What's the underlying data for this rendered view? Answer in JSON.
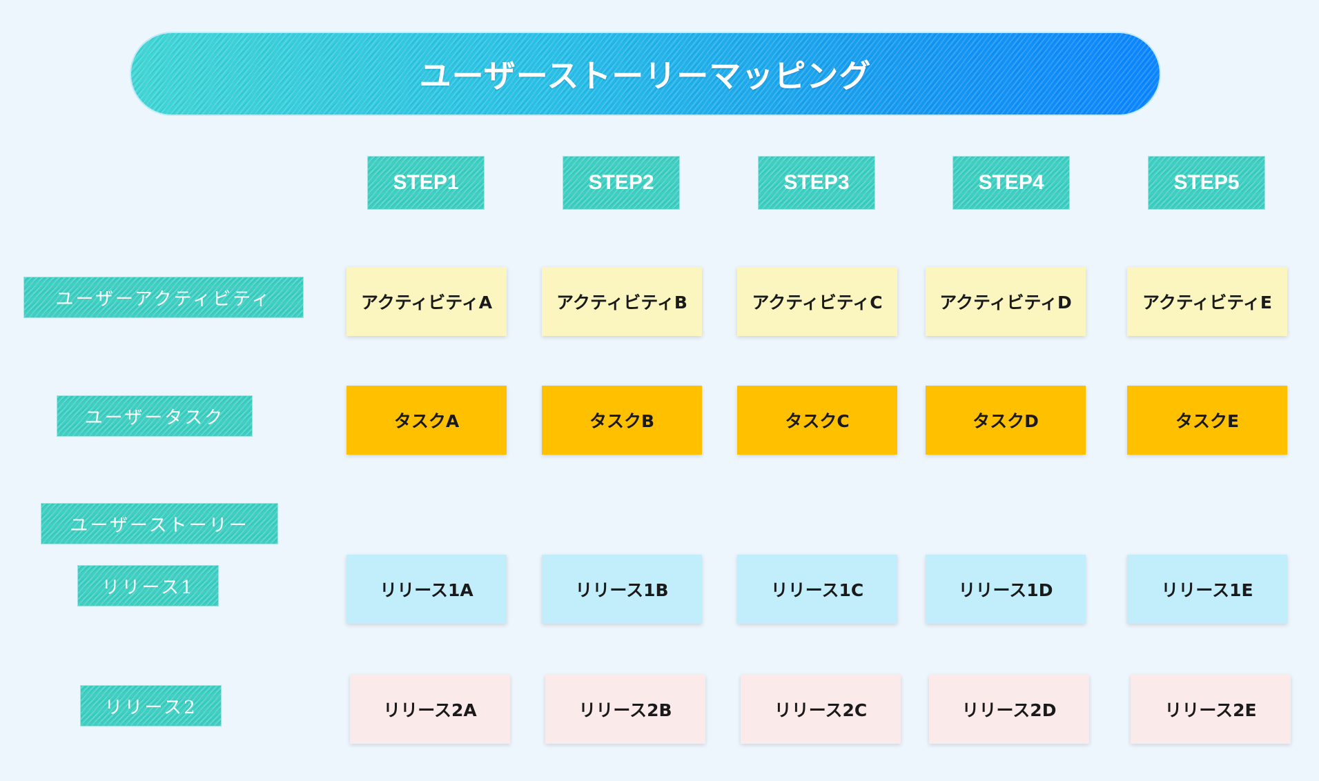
{
  "title": "ユーザーストーリーマッピング",
  "steps": [
    "STEP1",
    "STEP2",
    "STEP3",
    "STEP4",
    "STEP5"
  ],
  "row_labels": {
    "activity": "ユーザーアクティビティ",
    "task": "ユーザータスク",
    "story": "ユーザーストーリー",
    "release1": "リリース1",
    "release2": "リリース2"
  },
  "activities": [
    "アクティビティA",
    "アクティビティB",
    "アクティビティC",
    "アクティビティD",
    "アクティビティE"
  ],
  "tasks": [
    "タスクA",
    "タスクB",
    "タスクC",
    "タスクD",
    "タスクE"
  ],
  "release1": [
    "リリース1A",
    "リリース1B",
    "リリース1C",
    "リリース1D",
    "リリース1E"
  ],
  "release2": [
    "リリース2A",
    "リリース2B",
    "リリース2C",
    "リリース2D",
    "リリース2E"
  ],
  "colors": {
    "background": "#eef6fd",
    "banner_start": "#3fd6d4",
    "banner_end": "#0a85ff",
    "label_teal": "#3ccfc2",
    "activity": "#fbf6c0",
    "task": "#ffc000",
    "release1": "#c2eefb",
    "release2": "#fbeaea"
  }
}
